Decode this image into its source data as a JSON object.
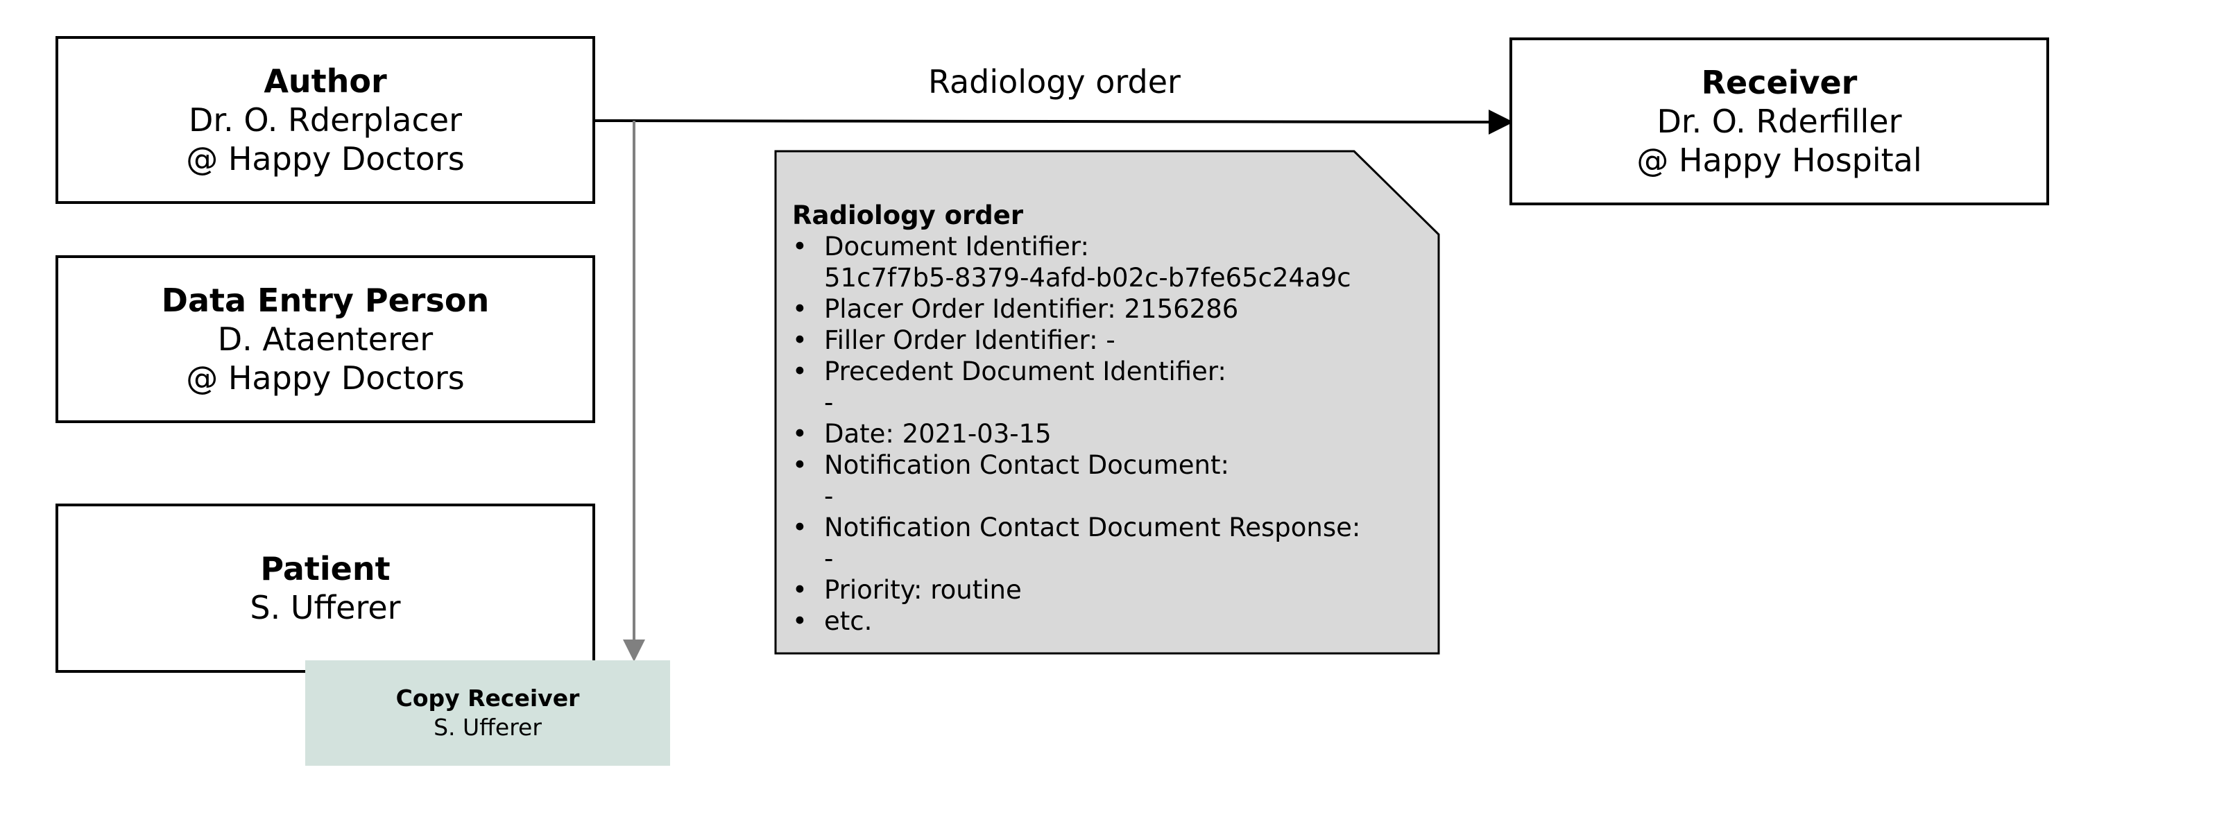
{
  "author": {
    "title": "Author",
    "name": "Dr. O. Rderplacer",
    "org": "@ Happy Doctors"
  },
  "receiver": {
    "title": "Receiver",
    "name": "Dr. O. Rderfiller",
    "org": "@ Happy Hospital"
  },
  "data_entry": {
    "title": "Data Entry Person",
    "name": "D. Ataenterer",
    "org": "@ Happy Doctors"
  },
  "patient": {
    "title": "Patient",
    "name": "S. Ufferer"
  },
  "copy_receiver": {
    "title": "Copy Receiver",
    "name": "S. Ufferer"
  },
  "arrow_label": "Radiology order",
  "document": {
    "title": "Radiology order",
    "items": [
      {
        "label": "Document Identifier:",
        "value": "51c7f7b5-8379-4afd-b02c-b7fe65c24a9c"
      },
      {
        "label": "Placer Order Identifier: 2156286"
      },
      {
        "label": "Filler Order Identifier: -"
      },
      {
        "label": "Precedent Document Identifier:",
        "value": "-"
      },
      {
        "label": "Date: 2021-03-15"
      },
      {
        "label": "Notification Contact Document:",
        "value": "-"
      },
      {
        "label": "Notification Contact Document Response:",
        "value": "-"
      },
      {
        "label": "Priority: routine"
      },
      {
        "label": "etc."
      }
    ]
  },
  "colors": {
    "document_fill": "#d9d9d9",
    "copy_receiver_fill": "#d3e2dd",
    "copy_arrow": "#808080"
  }
}
